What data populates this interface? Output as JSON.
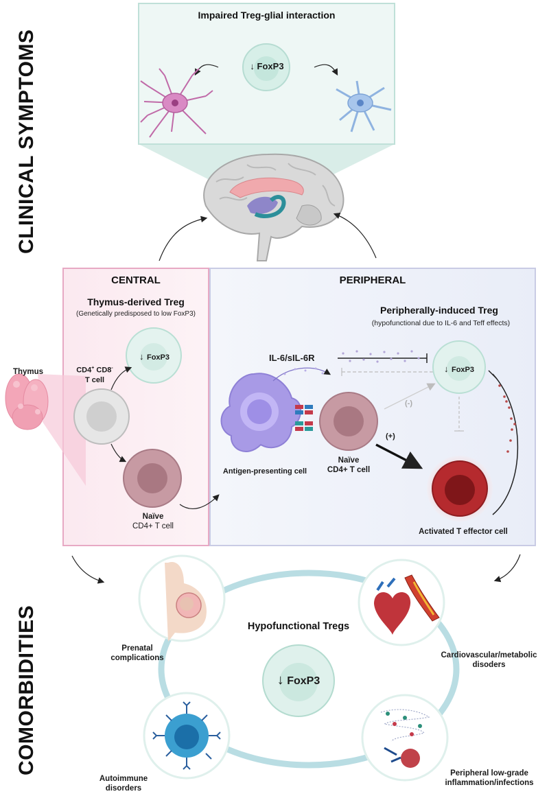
{
  "side_titles": {
    "top": "CLINICAL SYMPTOMS",
    "bottom": "COMORBIDITIES"
  },
  "glia_panel": {
    "title": "Impaired Treg-glial interaction",
    "foxp3": "FoxP3"
  },
  "central": {
    "header": "CENTRAL",
    "title": "Thymus-derived Treg",
    "subtitle": "(Genetically predisposed to low FoxP3)",
    "foxp3": "FoxP3",
    "cd_cell_line1": "CD4",
    "cd_cell_sup1": "+",
    "cd_cell_mid": " CD8",
    "cd_cell_sup2": "-",
    "cd_cell_line2": "T cell",
    "naive_line1": "Naïve",
    "naive_line2": "CD4+ T cell"
  },
  "thymus": {
    "label": "Thymus"
  },
  "peripheral": {
    "header": "PERIPHERAL",
    "title": "Peripherally-induced Treg",
    "subtitle": "(hypofunctional due to IL-6 and Teff effects)",
    "il6": "IL-6/sIL-6R",
    "foxp3": "FoxP3",
    "minus": "(-)",
    "plus": "(+)",
    "apc": "Antigen-presenting cell",
    "naive_line1": "Naïve",
    "naive_line2": "CD4+ T cell",
    "teff": "Activated T effector cell"
  },
  "comorbidities": {
    "center_title": "Hypofunctional Tregs",
    "foxp3": "FoxP3",
    "prenatal_line1": "Prenatal",
    "prenatal_line2": "complications",
    "cardio_line1": "Cardiovascular/metabolic",
    "cardio_line2": "disoders",
    "auto_line1": "Autoimmune",
    "auto_line2": "disorders",
    "infl_line1": "Peripheral low-grade",
    "infl_line2": "inflammation/infections"
  }
}
